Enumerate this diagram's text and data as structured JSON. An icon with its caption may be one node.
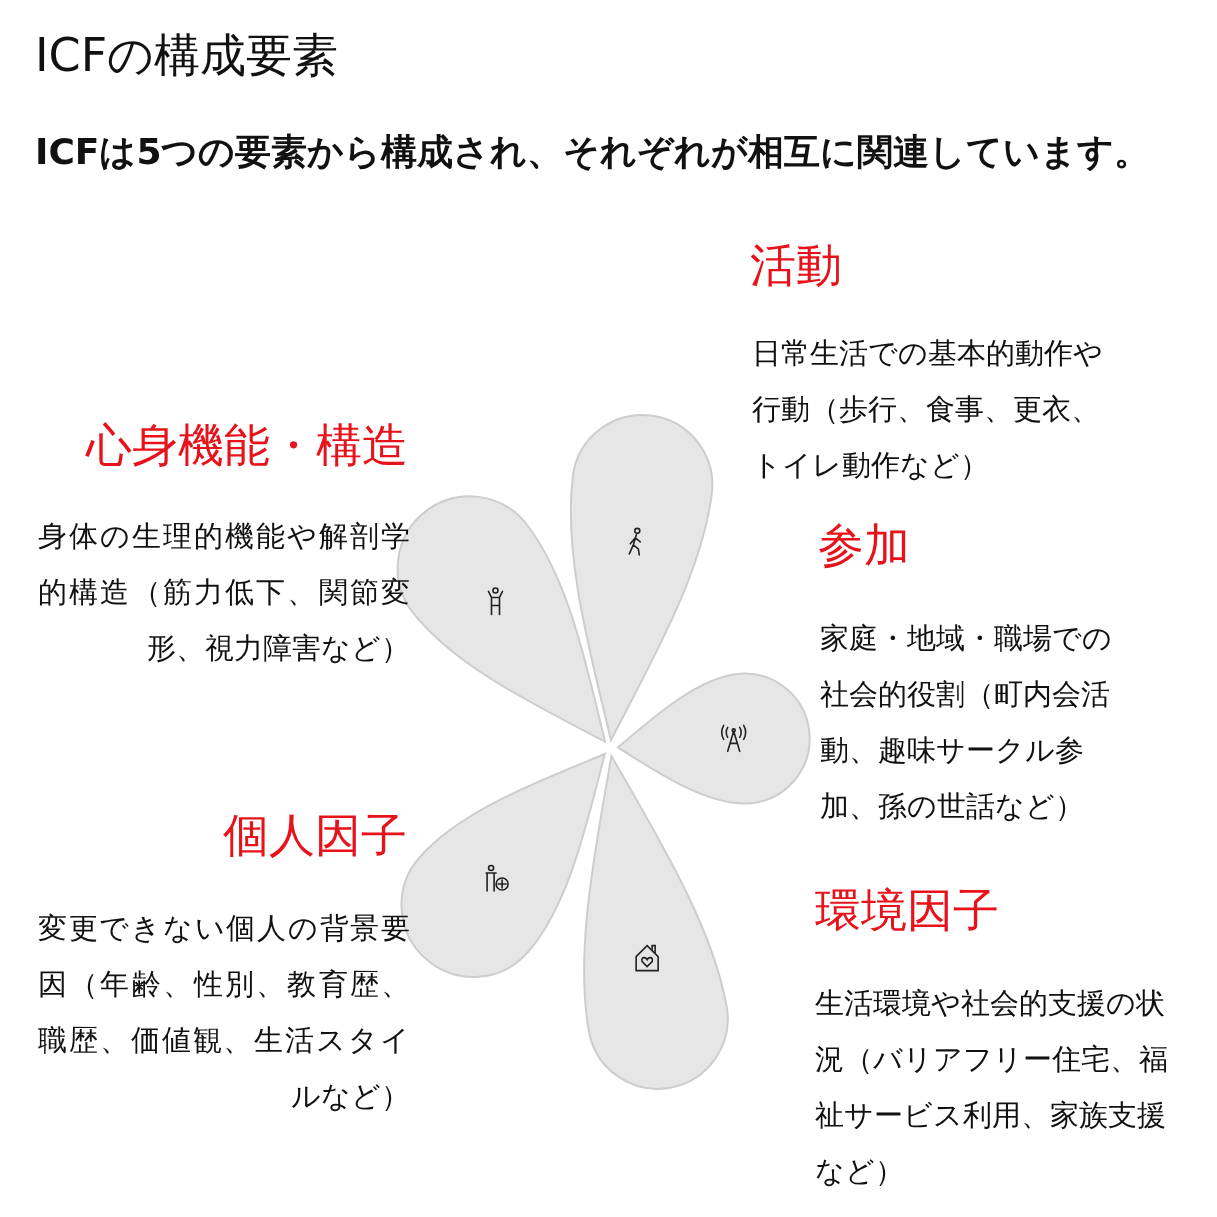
{
  "diagram": {
    "title": "ICFの構成要素",
    "caption": "ICFは5つの要素から構成され、それぞれが相互に関連しています。",
    "nodes": [
      {
        "text": [],
        "shape": "drop",
        "beside": [
          "活動",
          "日常生活での基本的動作や行動（歩行、食事、更衣、トイレ動作など）"
        ]
      },
      {
        "text": [],
        "shape": "drop",
        "beside": [
          "心身機能・構造",
          "身体の生理的機能や解剖学的構造（筋力低下、関節変形、視力障害など）"
        ]
      },
      {
        "text": [],
        "shape": "drop",
        "beside": [
          "参加",
          "家庭・地域・職場での社会的役割（町内会活動、趣味サークル参加、孫の世話など）"
        ]
      },
      {
        "text": [],
        "shape": "drop",
        "beside": [
          "個人因子",
          "変更できない個人の背景要因（年齢、性別、教育歴、職歴、価値観、生活スタイルなど）"
        ]
      },
      {
        "text": [],
        "shape": "drop",
        "beside": [
          "環境因子",
          "生活環境や社会的支援の状況（バリアフリー住宅、福祉サービス利用、家族支援など）"
        ]
      }
    ]
  }
}
